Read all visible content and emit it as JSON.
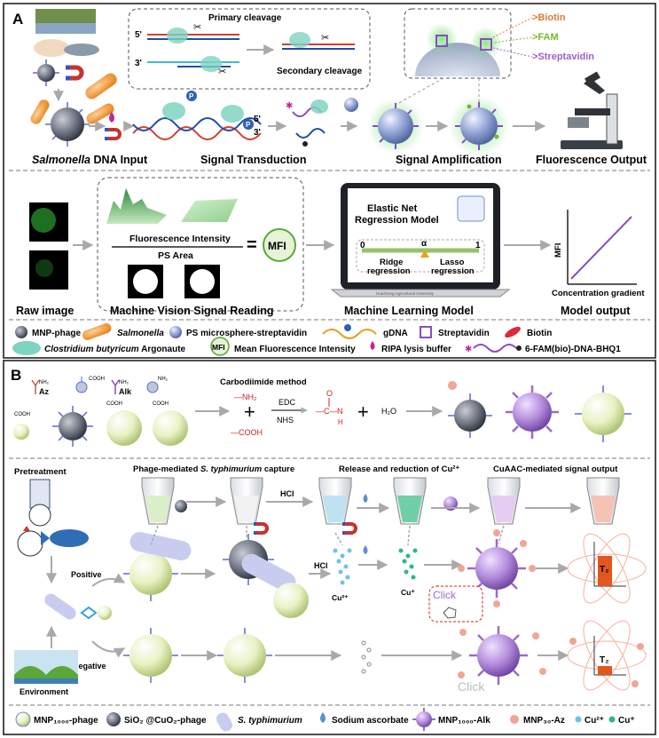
{
  "panelA": {
    "label": "A",
    "cleavage": {
      "primary": "Primary cleavage",
      "secondary": "Secondary cleavage",
      "five_prime": "5'",
      "three_prime": "3'"
    },
    "markers": {
      "biotin": ">Biotin",
      "fam": ">FAM",
      "streptavidin": ">Streptavidin"
    },
    "p_label": "P",
    "stages": {
      "input_italic": "Salmonella",
      "input_rest": " DNA Input",
      "transduction": "Signal Transduction",
      "amplification": "Signal Amplification",
      "output": "Fluorescence Output"
    },
    "ml": {
      "raw_image": "Raw image",
      "fluorescence_intensity": "Fluorescence Intensity",
      "ps_area": "PS Area",
      "equals": "=",
      "mfi": "MFI",
      "machine_vision": "Machine Vision Signal Reading",
      "model_title_1": "Elastic Net",
      "model_title_2": "Regression Model",
      "scale_zero": "0",
      "scale_alpha": "α",
      "scale_one": "1",
      "ridge_1": "Ridge",
      "ridge_2": "regression",
      "lasso_1": "Lasso",
      "lasso_2": "regression",
      "laptop_caption": "Huazhong Agricultural University",
      "machine_learning": "Machine Learning Model",
      "axis_y": "MFI",
      "axis_x": "Concentration gradient",
      "model_output": "Model output"
    },
    "legend": {
      "mnp_phage": "MNP-phage",
      "salmonella": "Salmonella",
      "ps_microsphere": "PS microsphere-streptavidin",
      "gdna": "gDNA",
      "streptavidin": "Streptavidin",
      "biotin": "Biotin",
      "clostridium_italic": "Clostridium butyricum",
      "clostridium_rest": " Argonaute",
      "mfi_badge": "MFI",
      "mfi_text": "Mean Fluorescence Intensity",
      "ripa": "RIPA lysis buffer",
      "fam_probe": "6-FAM(bio)-DNA-BHQ1"
    }
  },
  "panelB": {
    "label": "B",
    "reagents": {
      "az": "Az",
      "alk": "Alk",
      "nh2": "NH₂",
      "cooh": "COOH"
    },
    "carbodiimide": {
      "title": "Carbodiimide method",
      "nh2": "—NH₂",
      "cooh": "—COOH",
      "edc": "EDC",
      "nhs": "NHS",
      "amide_left": "—C—",
      "amide_n": "N",
      "amide_h": "H",
      "amide_o": "O",
      "water": "H₂O",
      "plus": "+"
    },
    "steps": {
      "pretreatment": "Pretreatment",
      "capture_prefix": "Phage-mediated ",
      "capture_italic": "S. typhimurium",
      "capture_suffix": " capture",
      "release": "Release and reduction of Cu²⁺",
      "cuaac": "CuAAC-mediated signal output",
      "hcl_1": "HCl",
      "hcl_2": "HCl",
      "positive": "Positive",
      "negative": "Negative",
      "environment": "Environment",
      "cu2": "Cu²⁺",
      "cu1": "Cu⁺",
      "click_pos": "Click",
      "click_neg": "Click",
      "t2_pos": "T₂",
      "t2_neg": "T₂"
    },
    "legend": {
      "mnp1000_phage": "MNP₁₀₀₀-phage",
      "sio2": "SiO₂ @CuO₂-phage",
      "styph": "S. typhimurium",
      "ascorbate": "Sodium ascorbate",
      "mnp1000_alk": "MNP₁₀₀₀-Alk",
      "mnp30_az": "MNP₃₀-Az",
      "cu2": "Cu²⁺",
      "cu1": "Cu⁺"
    }
  },
  "colors": {
    "green": "#5aa83c",
    "purple": "#9a6cc8",
    "orange_t2": "#e2571d",
    "biotin": "#e07a3a",
    "fam": "#7ab82e",
    "streptavidin_text": "#a05fc9",
    "red_chem": "#d0211c"
  }
}
